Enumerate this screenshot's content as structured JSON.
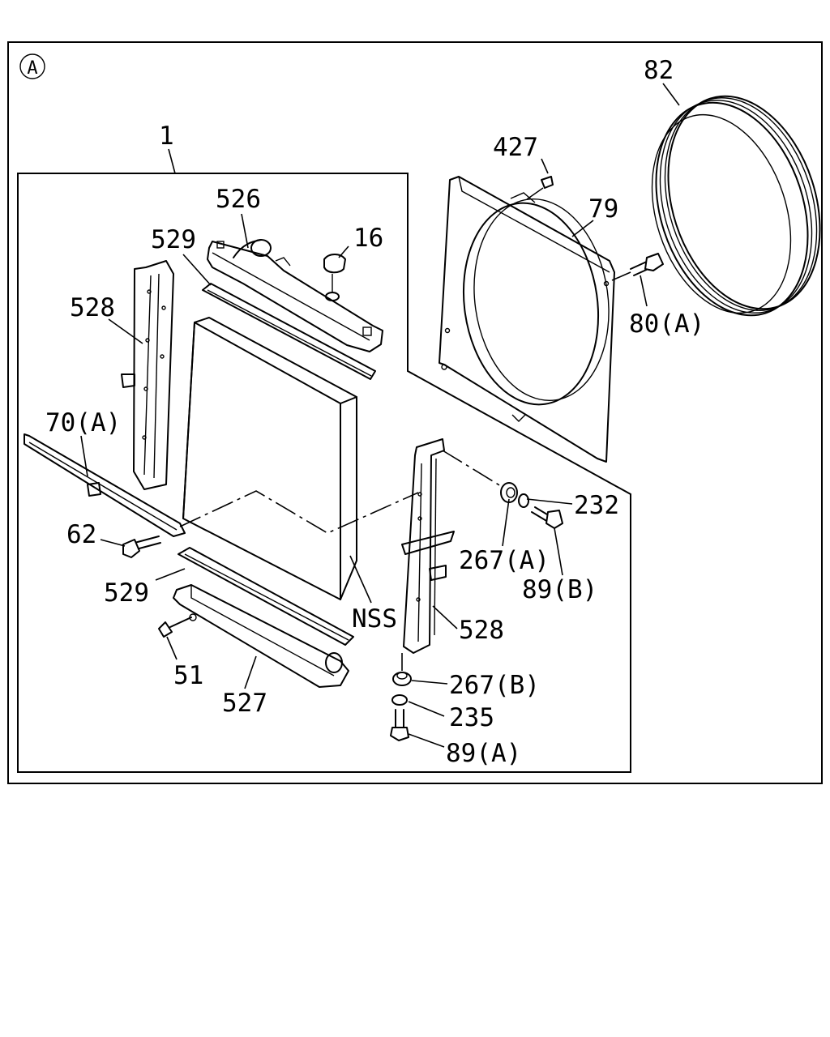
{
  "diagram": {
    "view_marker": "A",
    "callouts": {
      "assembly": "1",
      "radiator_cap": "16",
      "drain_cock": "51",
      "bolt_62": "62",
      "lower_bracket": "70(A)",
      "shroud": "79",
      "shroud_bolt": "80(A)",
      "fan_ring": "82",
      "mount_bolt_lower": "89(A)",
      "mount_bolt_upper": "89(B)",
      "washer_upper": "232",
      "washer_lower": "235",
      "cushion_upper": "267(A)",
      "cushion_lower": "267(B)",
      "clip_427": "427",
      "upper_tank": "526",
      "lower_tank": "527",
      "side_plate_left": "528",
      "side_plate_right": "528",
      "gasket_upper": "529",
      "gasket_lower": "529",
      "core": "NSS"
    }
  }
}
